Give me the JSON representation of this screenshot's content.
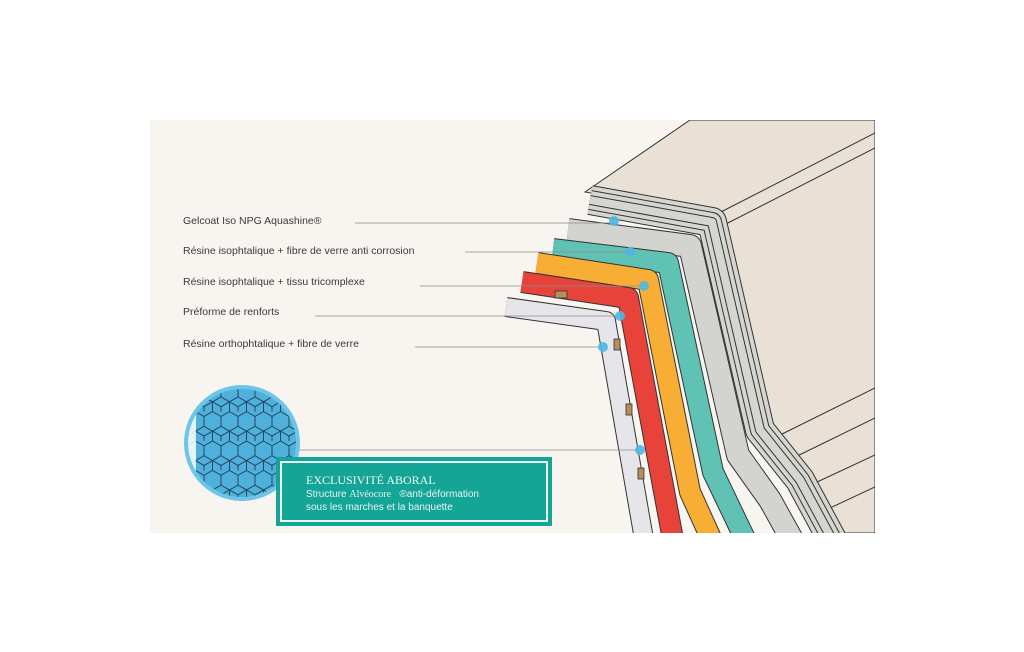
{
  "labels": [
    "Gelcoat Iso NPG Aquashine®",
    "Résine isophtalique + fibre de verre anti corrosion",
    "Résine isophtalique + tissu tricomplexe",
    "Préforme de renforts",
    "Résine orthophtalique + fibre de verre"
  ],
  "callout": {
    "title": "EXCLUSIVITÉ ABORAL",
    "line1_a": "Structure",
    "line1_brand": "Alvéocore",
    "line1_b": "®anti-déformation",
    "line2": "sous les marches et la banquette"
  },
  "colors": {
    "background": "#f8f5f1",
    "gelcoat": "#d3d4cf",
    "teal": "#5fc2b5",
    "orange": "#f8ae34",
    "red": "#e8433a",
    "preform": "#e6e6ea",
    "dot": "#4fb8e3",
    "callout": "#14a596"
  }
}
